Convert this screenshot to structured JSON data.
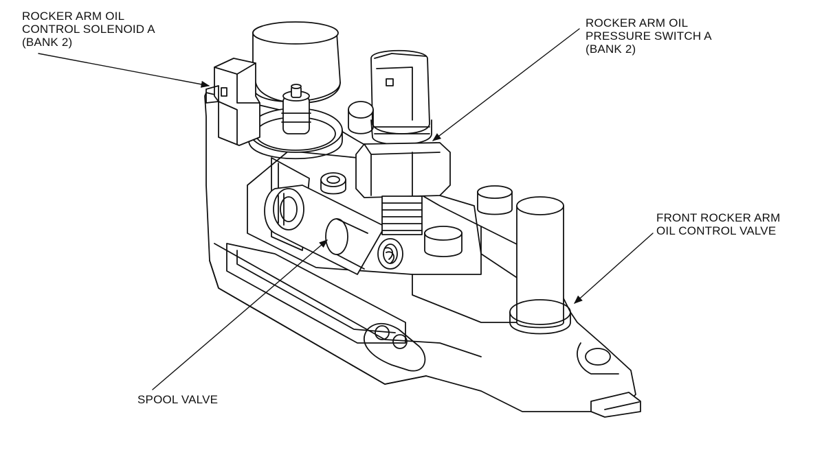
{
  "labels": {
    "solenoid": [
      "ROCKER ARM OIL",
      "CONTROL SOLENOID A",
      "(BANK 2)"
    ],
    "pressure_switch": [
      "ROCKER ARM OIL",
      "PRESSURE SWITCH A",
      "(BANK 2)"
    ],
    "front_valve": [
      "FRONT ROCKER ARM",
      "OIL CONTROL VALVE"
    ],
    "spool_valve": [
      "SPOOL VALVE"
    ]
  },
  "colors": {
    "ink": "#111111",
    "background": "#ffffff"
  }
}
